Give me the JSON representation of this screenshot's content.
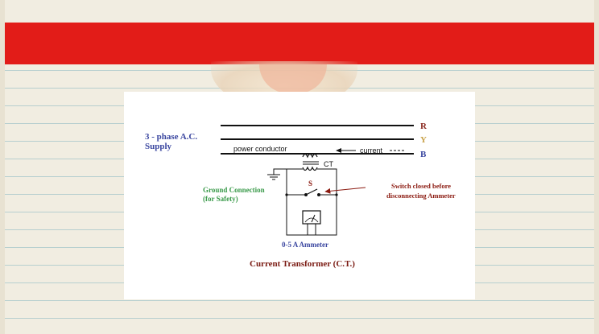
{
  "supply_label": [
    "3 - phase A.C.",
    "Supply"
  ],
  "phases": [
    "R",
    "Y",
    "B"
  ],
  "conductor_label": "power conductor",
  "current_label": "current",
  "ct_label": "CT",
  "switch_label": "S",
  "ground_label": [
    "Ground Connection",
    "(for Safety)"
  ],
  "switch_note": [
    "Switch closed before",
    "disconnecting Ammeter"
  ],
  "ammeter_label": "0-5 A Ammeter",
  "title": "Current Transformer (C.T.)",
  "colors": {
    "header_red": "#e21c18",
    "supply_blue": "#3b47a0",
    "phase_r": "#8b2b22",
    "phase_y": "#c9a24a",
    "phase_b": "#3b47a0",
    "ground_green": "#3a9a4a",
    "note_red": "#8b1a10",
    "title_red": "#7a1a12"
  }
}
